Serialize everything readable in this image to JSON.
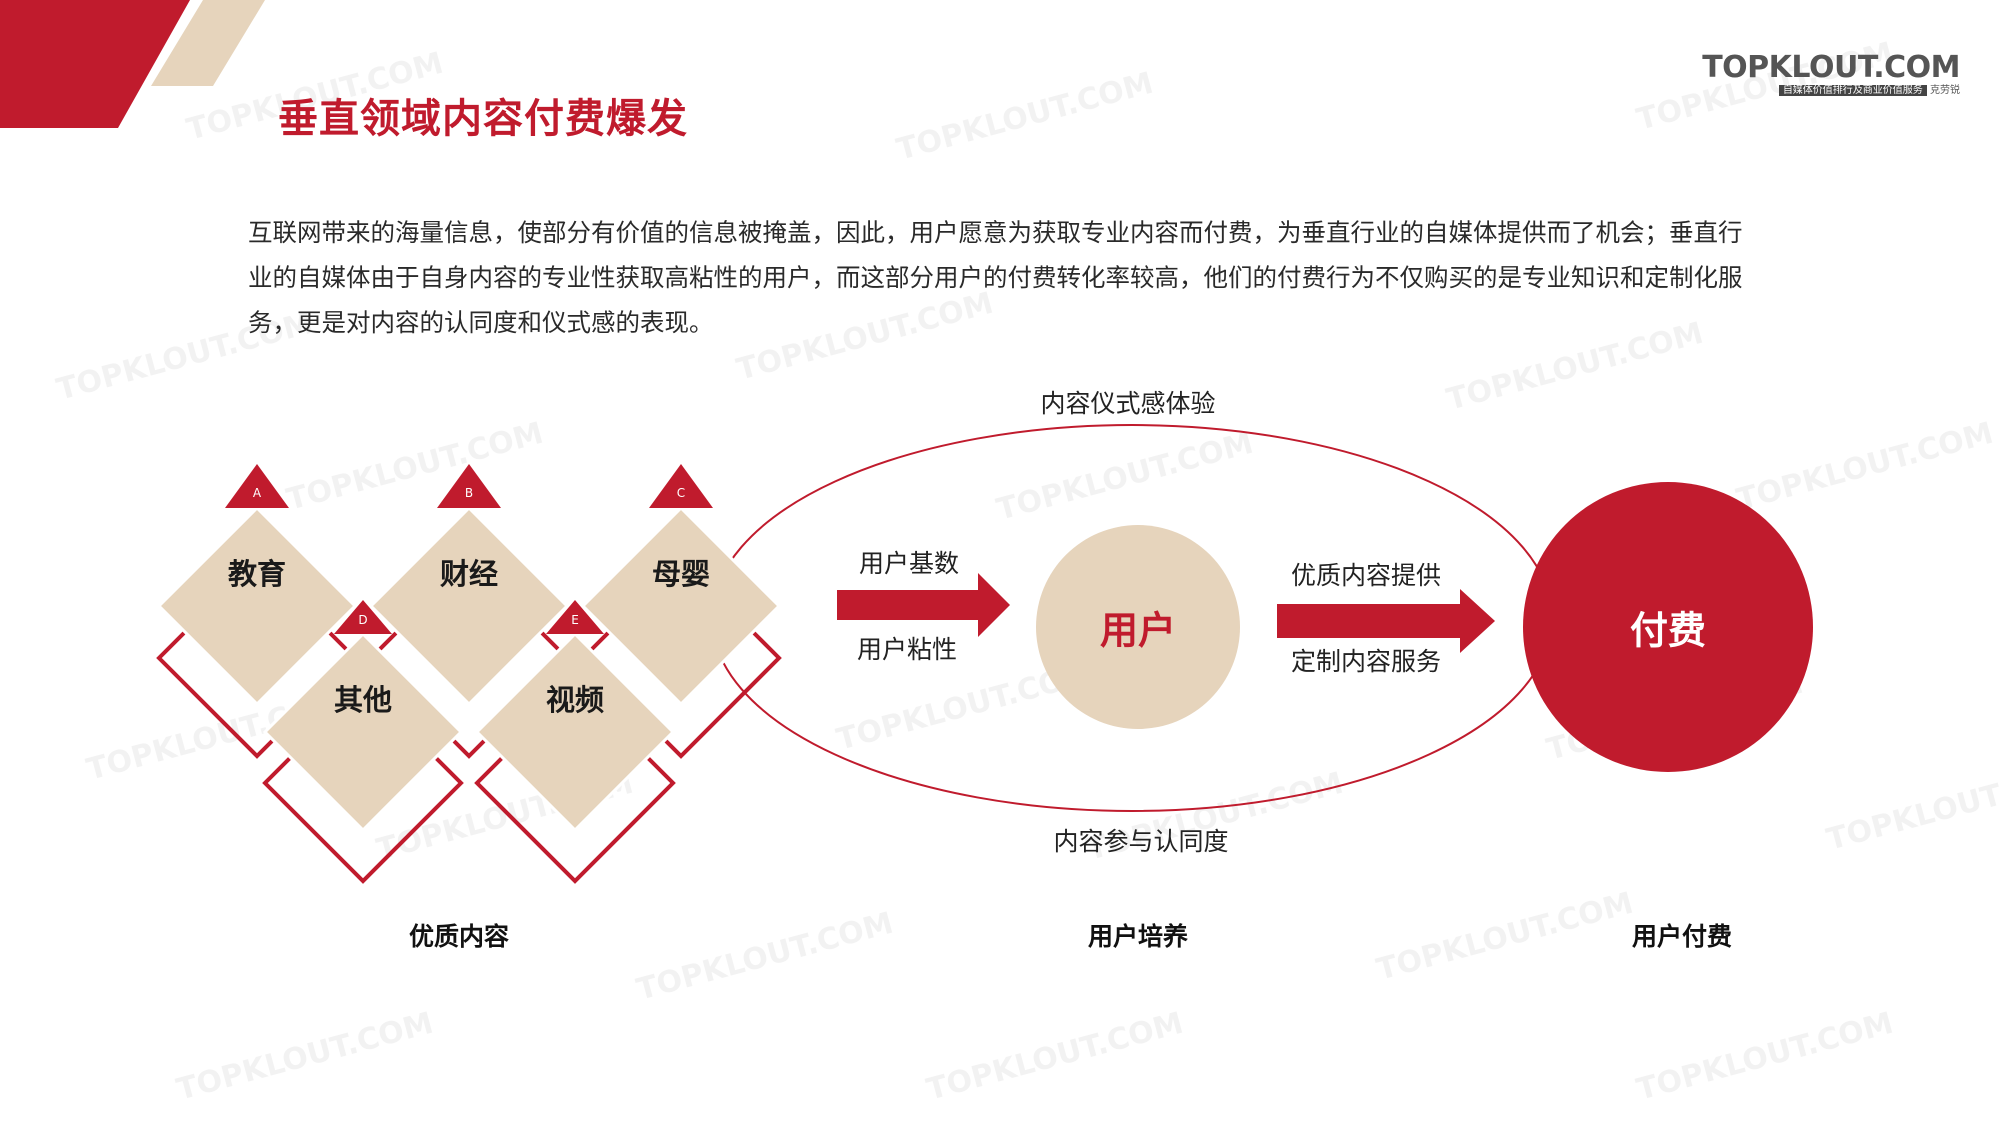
{
  "header": {
    "title": "垂直领域内容付费爆发",
    "brand": {
      "name": "TOPKLOUT.COM",
      "tagline": "自媒体价值排行及商业价值服务",
      "tagline_tail": "克劳锐"
    }
  },
  "intro": "互联网带来的海量信息，使部分有价值的信息被掩盖，因此，用户愿意为获取专业内容而付费，为垂直行业的自媒体提供而了机会；垂直行业的自媒体由于自身内容的专业性获取高粘性的用户，而这部分用户的付费转化率较高，他们的付费行为不仅购买的是专业知识和定制化服务，更是对内容的认同度和仪式感的表现。",
  "content_types": [
    {
      "letter": "A",
      "label": "教育"
    },
    {
      "letter": "B",
      "label": "财经"
    },
    {
      "letter": "C",
      "label": "母婴"
    },
    {
      "letter": "D",
      "label": "其他"
    },
    {
      "letter": "E",
      "label": "视频"
    }
  ],
  "ellipse": {
    "top_label": "内容仪式感体验",
    "bottom_label": "内容参与认同度"
  },
  "arrow1": {
    "top": "用户基数",
    "bottom": "用户粘性"
  },
  "user_circle": {
    "label": "用户"
  },
  "arrow2": {
    "top": "优质内容提供",
    "bottom": "定制内容服务"
  },
  "pay_circle": {
    "label": "付费"
  },
  "stages": [
    "优质内容",
    "用户培养",
    "用户付费"
  ],
  "watermark": "TOPKLOUT.COM",
  "colors": {
    "accent": "#C01B2D",
    "beige": "#E6D4BC",
    "text": "#222222"
  }
}
